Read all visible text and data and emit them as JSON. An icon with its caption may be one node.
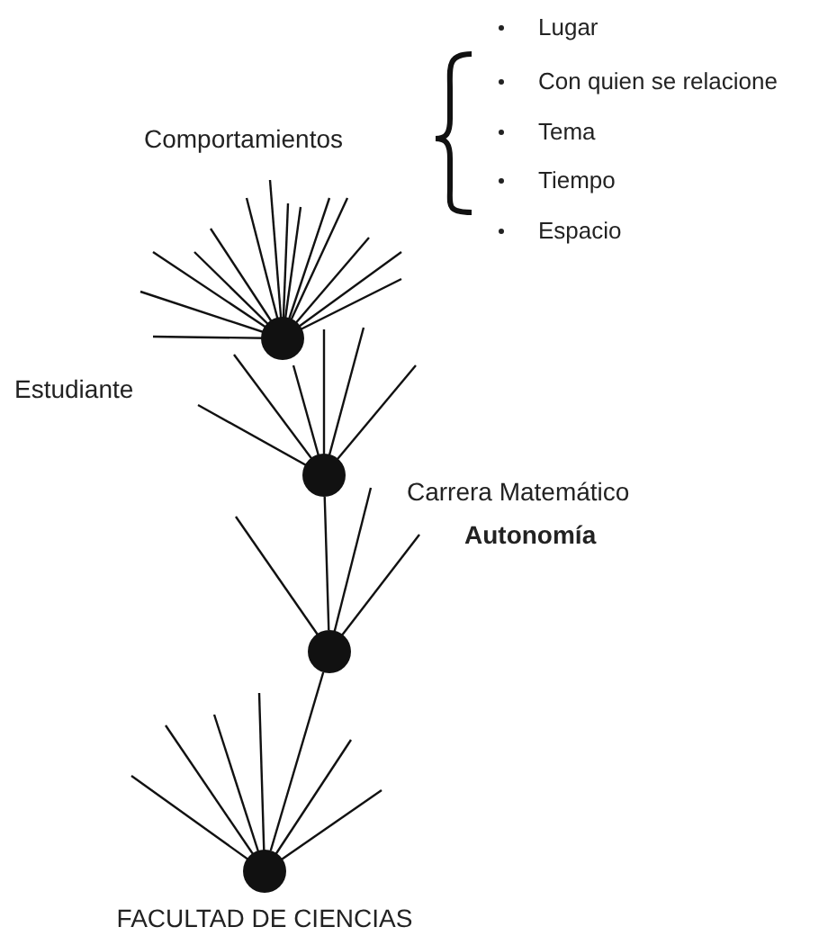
{
  "diagram": {
    "nodes": [
      {
        "text": [],
        "shape": "circle"
      },
      {
        "text": [],
        "shape": "circle"
      },
      {
        "text": [],
        "shape": "circle"
      },
      {
        "text": [],
        "shape": "circle",
        "beside": [
          "FACULTAD DE CIENCIAS"
        ]
      }
    ],
    "edges": [
      {
        "from": 3,
        "to": 2,
        "arrow": "none"
      },
      {
        "from": 2,
        "to": 1,
        "arrow": "none"
      }
    ],
    "labels": [
      "Lugar",
      "Con quien se relacione",
      "Comportamientos",
      "Tema",
      "Tiempo",
      "Espacio",
      "Estudiante",
      "Carrera Matemático",
      "Autonomía"
    ]
  }
}
